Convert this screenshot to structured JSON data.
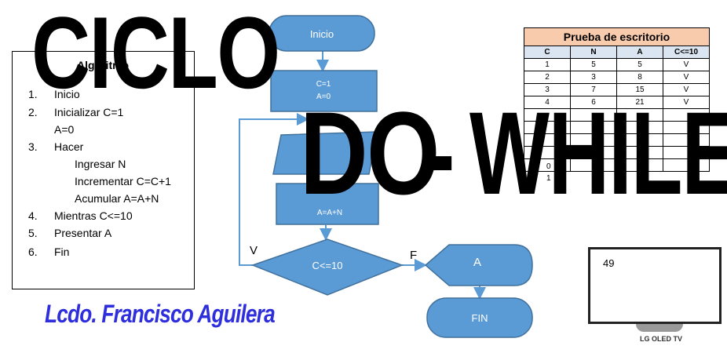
{
  "algorithm": {
    "title": "Algoritmo",
    "steps": [
      {
        "num": "1.",
        "text": "Inicio"
      },
      {
        "num": "2.",
        "text": "Inicializar C=1"
      },
      {
        "num": "",
        "text": "A=0"
      },
      {
        "num": "3.",
        "text": "Hacer"
      },
      {
        "num": "",
        "text": "Ingresar N"
      },
      {
        "num": "",
        "text": "Incrementar C=C+1"
      },
      {
        "num": "",
        "text": "Acumular A=A+N"
      },
      {
        "num": "4.",
        "text": "Mientras C<=10"
      },
      {
        "num": "5.",
        "text": "Presentar A"
      },
      {
        "num": "6.",
        "text": "Fin"
      }
    ]
  },
  "flowchart": {
    "start": "Inicio",
    "init_line1": "C=1",
    "init_line2": "A=0",
    "process_line": "A=A+N",
    "condition": "C<=10",
    "true_label": "V",
    "false_label": "F",
    "output": "A",
    "end": "FIN",
    "color": "#5b9bd5"
  },
  "desk_check": {
    "title": "Prueba de escritorio",
    "headers": [
      "C",
      "N",
      "A",
      "C<=10"
    ],
    "rows": [
      [
        "1",
        "5",
        "5",
        "V"
      ],
      [
        "2",
        "3",
        "8",
        "V"
      ],
      [
        "3",
        "7",
        "15",
        "V"
      ],
      [
        "4",
        "6",
        "21",
        "V"
      ]
    ],
    "partial_cells": [
      "0",
      "1"
    ]
  },
  "title": {
    "word1": "CICLO",
    "word2": "DO",
    "word3": "-",
    "word4": "WHILE"
  },
  "tv": {
    "value": "49",
    "brand": "LG OLED TV"
  },
  "author": "Lcdo. Francisco Aguilera"
}
